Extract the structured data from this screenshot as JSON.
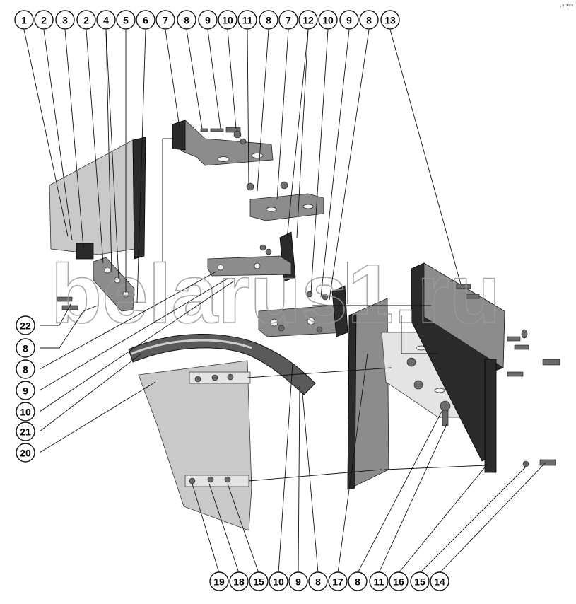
{
  "watermark": {
    "text": "belarus1.ru"
  },
  "corner_mark": "·* ***",
  "callouts": {
    "top": [
      "1",
      "2",
      "3",
      "2",
      "4",
      "5",
      "6",
      "7",
      "8",
      "9",
      "10",
      "11",
      "8",
      "7",
      "12",
      "10",
      "9",
      "8",
      "13"
    ],
    "left": [
      "22",
      "8",
      "8",
      "9",
      "10",
      "21",
      "20"
    ],
    "bottom": [
      "19",
      "18",
      "15",
      "10",
      "9",
      "8",
      "17",
      "8",
      "11",
      "16",
      "15",
      "14"
    ]
  }
}
